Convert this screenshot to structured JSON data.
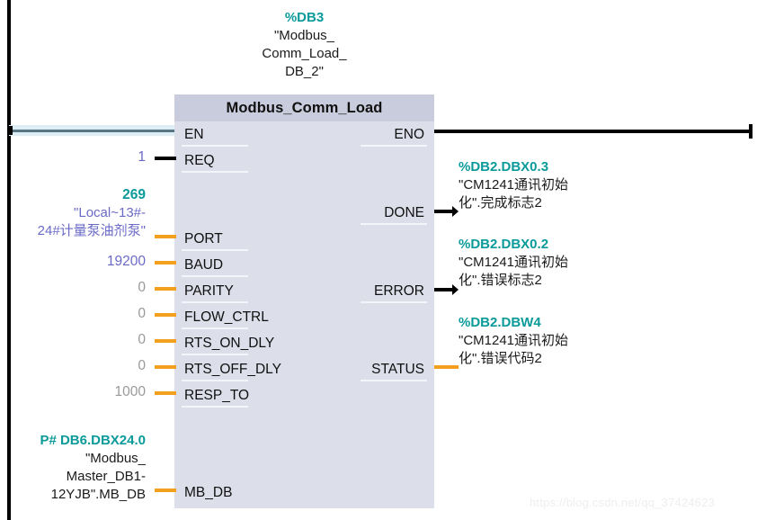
{
  "diagram": {
    "type": "ladder-fbd-network",
    "block": {
      "title": "Modbus_Comm_Load",
      "instance_db_addr": "%DB3",
      "instance_db_name": "\"Modbus_\nComm_Load_\nDB_2\"",
      "instance_db_name_lines": [
        "\"Modbus_",
        "Comm_Load_",
        "DB_2\""
      ]
    },
    "inputs": [
      {
        "pin": "EN",
        "value": "",
        "value_kind": "rail",
        "connector": "rail"
      },
      {
        "pin": "REQ",
        "value": "1",
        "value_kind": "literal",
        "connector": "black"
      },
      {
        "pin": "PORT",
        "value": "269",
        "value_kind": "symbol",
        "connector": "orange",
        "symbol_lines": [
          "\"Local~13#-",
          "24#计量泵油剂泵\""
        ]
      },
      {
        "pin": "BAUD",
        "value": "19200",
        "value_kind": "literal-blue",
        "connector": "orange"
      },
      {
        "pin": "PARITY",
        "value": "0",
        "value_kind": "literal-gray",
        "connector": "orange"
      },
      {
        "pin": "FLOW_CTRL",
        "value": "0",
        "value_kind": "literal-gray",
        "connector": "orange"
      },
      {
        "pin": "RTS_ON_DLY",
        "value": "0",
        "value_kind": "literal-gray",
        "connector": "orange"
      },
      {
        "pin": "RTS_OFF_DLY",
        "value": "0",
        "value_kind": "literal-gray",
        "connector": "orange"
      },
      {
        "pin": "RESP_TO",
        "value": "1000",
        "value_kind": "literal-gray",
        "connector": "orange"
      },
      {
        "pin": "MB_DB",
        "value": "P# DB6.DBX24.0",
        "value_kind": "pointer",
        "connector": "orange",
        "symbol_lines": [
          "\"Modbus_",
          "Master_DB1-",
          "12YJB\".MB_DB"
        ]
      }
    ],
    "outputs": [
      {
        "pin": "ENO",
        "addr": "",
        "connector": "wire",
        "symbol_lines": []
      },
      {
        "pin": "DONE",
        "addr": "%DB2.DBX0.3",
        "connector": "arrow",
        "symbol_lines": [
          "\"CM1241通讯初始",
          "化\".完成标志2"
        ]
      },
      {
        "pin": "ERROR",
        "addr": "%DB2.DBX0.2",
        "connector": "arrow",
        "symbol_lines": [
          "\"CM1241通讯初始",
          "化\".错误标志2"
        ]
      },
      {
        "pin": "STATUS",
        "addr": "%DB2.DBW4",
        "connector": "orange",
        "symbol_lines": [
          "\"CM1241通讯初始",
          "化\".错误代码2"
        ]
      }
    ]
  },
  "labels": {
    "en": "EN",
    "eno": "ENO",
    "req": "REQ",
    "port": "PORT",
    "baud": "BAUD",
    "parity": "PARITY",
    "flow_ctrl": "FLOW_CTRL",
    "rts_on_dly": "RTS_ON_DLY",
    "rts_off_dly": "RTS_OFF_DLY",
    "resp_to": "RESP_TO",
    "mb_db": "MB_DB",
    "done": "DONE",
    "error": "ERROR",
    "status": "STATUS"
  },
  "values": {
    "req": "1",
    "port_num": "269",
    "port_sym_1": "\"Local~13#-",
    "port_sym_2": "24#计量泵油剂泵\"",
    "baud": "19200",
    "parity": "0",
    "flow_ctrl": "0",
    "rts_on_dly": "0",
    "rts_off_dly": "0",
    "resp_to": "1000",
    "mb_db_addr": "P# DB6.DBX24.0",
    "mb_db_sym_1": "\"Modbus_",
    "mb_db_sym_2": "Master_DB1-",
    "mb_db_sym_3": "12YJB\".MB_DB"
  },
  "header": {
    "db_addr": "%DB3",
    "db_name_1": "\"Modbus_",
    "db_name_2": "Comm_Load_",
    "db_name_3": "DB_2\"",
    "block_title": "Modbus_Comm_Load"
  },
  "out_operands": {
    "done_addr": "%DB2.DBX0.3",
    "done_1": "\"CM1241通讯初始",
    "done_2": "化\".完成标志2",
    "error_addr": "%DB2.DBX0.2",
    "error_1": "\"CM1241通讯初始",
    "error_2": "化\".错误标志2",
    "status_addr": "%DB2.DBW4",
    "status_1": "\"CM1241通讯初始",
    "status_2": "化\".错误代码2"
  },
  "watermark": "https://blog.csdn.net/qq_37424623",
  "colors": {
    "teal": "#0b9a9a",
    "blue": "#6a6ac8",
    "gray": "#9a9a9a",
    "orange": "#f2a01e",
    "block_fill": "#dcdeea",
    "block_header": "#c8ccdc",
    "rail": "#000000",
    "selection": "#ddeef6"
  }
}
